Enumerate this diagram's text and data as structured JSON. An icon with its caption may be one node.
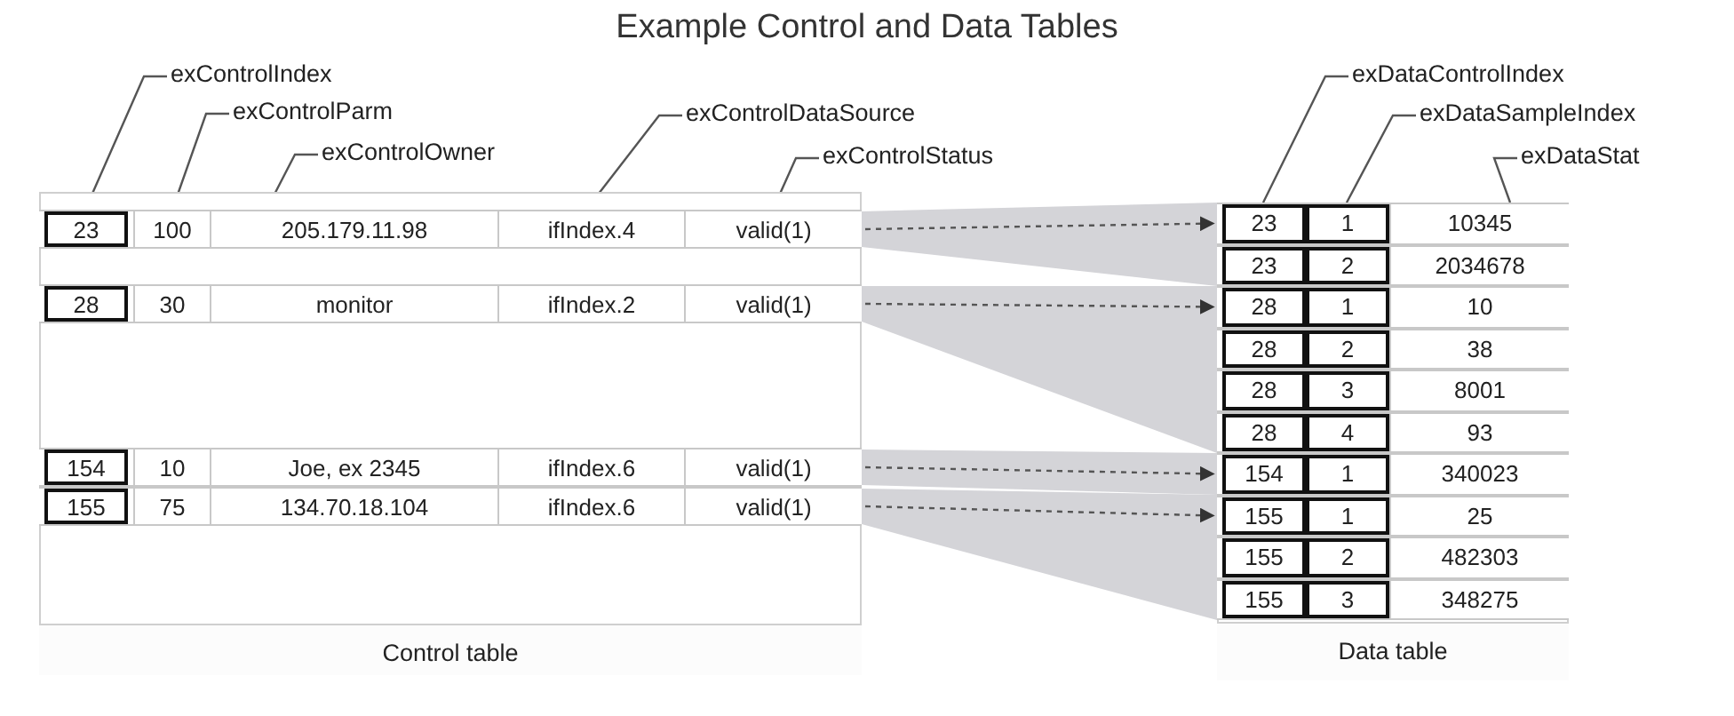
{
  "diagram": {
    "title": "Example Control and Data Tables",
    "nodes": [
      {
        "text": [
          "Control table"
        ]
      },
      {
        "text": [
          "23",
          "100",
          "205.179.11.98",
          "ifIndex.4",
          "valid(1)"
        ],
        "in": 0
      },
      {
        "text": [
          "28",
          "30",
          "monitor",
          "ifIndex.2",
          "valid(1)"
        ],
        "in": 0
      },
      {
        "text": [
          "154",
          "10",
          "Joe, ex 2345",
          "ifIndex.6",
          "valid(1)"
        ],
        "in": 0
      },
      {
        "text": [
          "155",
          "75",
          "134.70.18.104",
          "ifIndex.6",
          "valid(1)"
        ],
        "in": 0
      },
      {
        "text": [
          "Data table"
        ]
      },
      {
        "text": [
          "23",
          "1",
          "10345"
        ],
        "in": 5
      },
      {
        "text": [
          "23",
          "2",
          "2034678"
        ],
        "in": 5
      },
      {
        "text": [
          "28",
          "1",
          "10"
        ],
        "in": 5
      },
      {
        "text": [
          "28",
          "2",
          "38"
        ],
        "in": 5
      },
      {
        "text": [
          "28",
          "3",
          "8001"
        ],
        "in": 5
      },
      {
        "text": [
          "28",
          "4",
          "93"
        ],
        "in": 5
      },
      {
        "text": [
          "154",
          "1",
          "340023"
        ],
        "in": 5
      },
      {
        "text": [
          "155",
          "1",
          "25"
        ],
        "in": 5
      },
      {
        "text": [
          "155",
          "2",
          "482303"
        ],
        "in": 5
      },
      {
        "text": [
          "155",
          "3",
          "348275"
        ],
        "in": 5
      },
      {
        "text": [
          "exControlIndex"
        ]
      },
      {
        "text": [
          "exControlParm"
        ]
      },
      {
        "text": [
          "exControlOwner"
        ]
      },
      {
        "text": [
          "exControlDataSource"
        ]
      },
      {
        "text": [
          "exControlStatus"
        ]
      },
      {
        "text": [
          "exDataControlIndex"
        ]
      },
      {
        "text": [
          "exDataSampleIndex"
        ]
      },
      {
        "text": [
          "exDataStat"
        ]
      }
    ],
    "edges": [
      {
        "from": 1,
        "to": 6,
        "arrow": "to",
        "style": "dashed"
      },
      {
        "from": 2,
        "to": 8,
        "arrow": "to",
        "style": "dashed"
      },
      {
        "from": 3,
        "to": 12,
        "arrow": "to",
        "style": "dashed"
      },
      {
        "from": 4,
        "to": 13,
        "arrow": "to",
        "style": "dashed"
      },
      {
        "from": 16,
        "to": 1,
        "arrow": "none"
      },
      {
        "from": 17,
        "to": 1,
        "arrow": "none"
      },
      {
        "from": 18,
        "to": 1,
        "arrow": "none"
      },
      {
        "from": 19,
        "to": 1,
        "arrow": "none"
      },
      {
        "from": 20,
        "to": 1,
        "arrow": "none"
      },
      {
        "from": 21,
        "to": 6,
        "arrow": "none"
      },
      {
        "from": 22,
        "to": 6,
        "arrow": "none"
      },
      {
        "from": 23,
        "to": 6,
        "arrow": "none"
      }
    ]
  }
}
